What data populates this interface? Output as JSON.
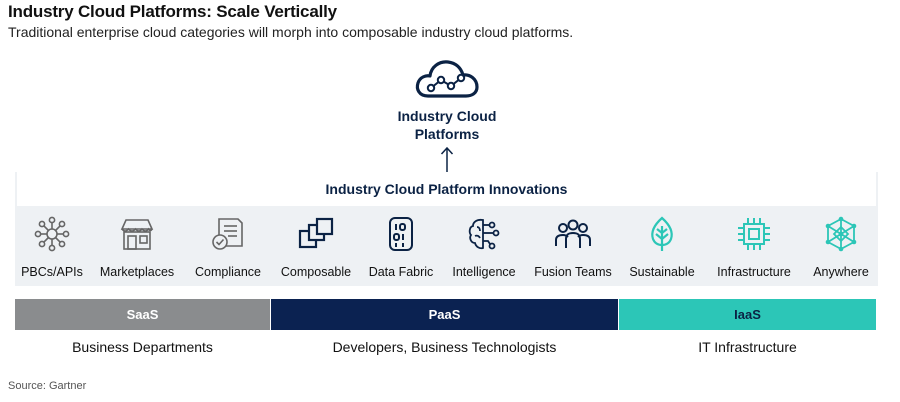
{
  "header": {
    "title": "Industry Cloud Platforms: Scale Vertically",
    "subtitle": "Traditional enterprise cloud categories will morph into composable industry cloud platforms."
  },
  "top": {
    "icon": "cloud-network-icon",
    "label_line1": "Industry Cloud",
    "label_line2": "Platforms"
  },
  "innovations": {
    "header": "Industry Cloud Platform Innovations",
    "items": [
      {
        "label": "PBCs/APIs",
        "icon": "hub-network-icon"
      },
      {
        "label": "Marketplaces",
        "icon": "storefront-icon"
      },
      {
        "label": "Compliance",
        "icon": "document-check-icon"
      },
      {
        "label": "Composable",
        "icon": "stacked-squares-icon"
      },
      {
        "label": "Data Fabric",
        "icon": "binary-cylinder-icon"
      },
      {
        "label": "Intelligence",
        "icon": "brain-circuit-icon"
      },
      {
        "label": "Fusion Teams",
        "icon": "team-people-icon"
      },
      {
        "label": "Sustainable",
        "icon": "leaf-icon"
      },
      {
        "label": "Infrastructure",
        "icon": "chip-icon"
      },
      {
        "label": "Anywhere",
        "icon": "mesh-globe-icon"
      }
    ]
  },
  "layers": [
    {
      "name": "SaaS",
      "audience": "Business Departments",
      "color": "#8a8c8e"
    },
    {
      "name": "PaaS",
      "audience": "Developers, Business Technologists",
      "color": "#0b2251"
    },
    {
      "name": "IaaS",
      "audience": "IT Infrastructure",
      "color": "#2cc6b7"
    }
  ],
  "footer": {
    "source": "Source: Gartner"
  },
  "colors": {
    "navy": "#0b2244",
    "teal": "#2cc6b7",
    "gray": "#8a8c8e"
  }
}
